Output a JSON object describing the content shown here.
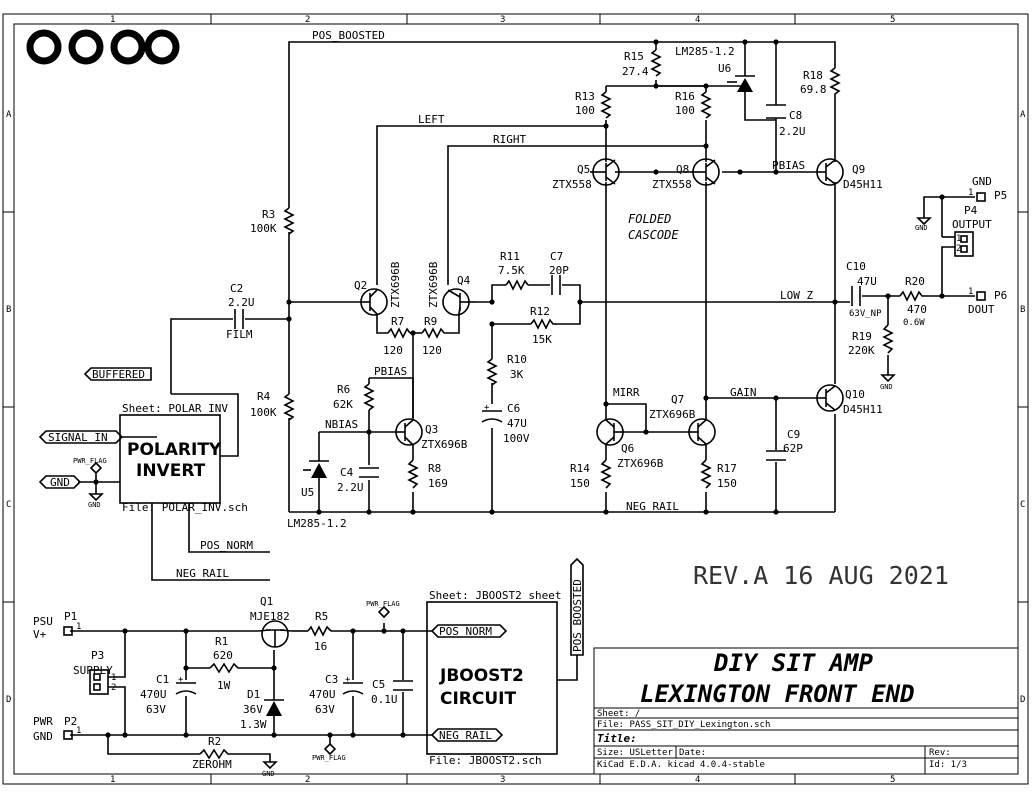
{
  "frame": {
    "col_markers": [
      "1",
      "2",
      "3",
      "4",
      "5"
    ],
    "row_markers": [
      "A",
      "B",
      "C",
      "D"
    ]
  },
  "nets": {
    "pos_boosted": "POS_BOOSTED",
    "left": "LEFT",
    "right": "RIGHT",
    "pbias": "PBIAS",
    "nbias": "NBIAS",
    "low_z": "LOW Z",
    "mirr": "MIRR",
    "gain": "GAIN",
    "neg_rail": "NEG RAIL",
    "buffered": "BUFFERED",
    "signal_in": "SIGNAL_IN",
    "gnd": "GND",
    "pos_norm": "POS_NORM",
    "neg_rail_u": "NEG_RAIL",
    "pwr_flag": "PWR_FLAG"
  },
  "components": {
    "r15": {
      "ref": "R15",
      "val": "27.4"
    },
    "u6": {
      "ref": "U6",
      "val": "LM285-1.2"
    },
    "r18": {
      "ref": "R18",
      "val": "69.8"
    },
    "r13": {
      "ref": "R13",
      "val": "100"
    },
    "r16": {
      "ref": "R16",
      "val": "100"
    },
    "c8": {
      "ref": "C8",
      "val": "2.2U"
    },
    "q5": {
      "ref": "Q5",
      "val": "ZTX558"
    },
    "q8": {
      "ref": "Q8",
      "val": "ZTX558"
    },
    "q9": {
      "ref": "Q9",
      "val": "D45H11"
    },
    "r3": {
      "ref": "R3",
      "val": "100K"
    },
    "r4": {
      "ref": "R4",
      "val": "100K"
    },
    "c2": {
      "ref": "C2",
      "val": "2.2U",
      "extra": "FILM"
    },
    "q2": {
      "ref": "Q2",
      "val": "ZTX696B"
    },
    "q4": {
      "ref": "Q4",
      "val": "ZTX696B"
    },
    "r7": {
      "ref": "R7",
      "val": "120"
    },
    "r9": {
      "ref": "R9",
      "val": "120"
    },
    "r11": {
      "ref": "R11",
      "val": "7.5K"
    },
    "c7": {
      "ref": "C7",
      "val": "20P"
    },
    "r12": {
      "ref": "R12",
      "val": "15K"
    },
    "r10": {
      "ref": "R10",
      "val": "3K"
    },
    "c6": {
      "ref": "C6",
      "val": "47U",
      "extra": "100V"
    },
    "c10": {
      "ref": "C10",
      "val": "47U",
      "extra": "63V_NP"
    },
    "r20": {
      "ref": "R20",
      "val": "470",
      "extra": "0.6W"
    },
    "r19": {
      "ref": "R19",
      "val": "220K"
    },
    "r6": {
      "ref": "R6",
      "val": "62K"
    },
    "q3": {
      "ref": "Q3",
      "val": "ZTX696B"
    },
    "r8": {
      "ref": "R8",
      "val": "169"
    },
    "c4": {
      "ref": "C4",
      "val": "2.2U"
    },
    "u5": {
      "ref": "U5",
      "val": "LM285-1.2"
    },
    "q6": {
      "ref": "Q6",
      "val": "ZTX696B"
    },
    "q7": {
      "ref": "Q7",
      "val": "ZTX696B"
    },
    "r14": {
      "ref": "R14",
      "val": "150"
    },
    "r17": {
      "ref": "R17",
      "val": "150"
    },
    "c9": {
      "ref": "C9",
      "val": "62P"
    },
    "q10": {
      "ref": "Q10",
      "val": "D45H11"
    },
    "p4": {
      "ref": "P4",
      "val": "OUTPUT"
    },
    "p5": {
      "ref": "P5",
      "val": "GND"
    },
    "p6": {
      "ref": "P6",
      "val": "DOUT"
    },
    "p1": {
      "ref": "P1",
      "val": "PSU",
      "extra": "V+"
    },
    "p2": {
      "ref": "P2",
      "val": "PWR",
      "extra": "GND"
    },
    "p3": {
      "ref": "P3",
      "val": "SUPPLY"
    },
    "q1": {
      "ref": "Q1",
      "val": "MJE182"
    },
    "r5": {
      "ref": "R5",
      "val": "16"
    },
    "r1": {
      "ref": "R1",
      "val": "620",
      "extra": "1W"
    },
    "c1": {
      "ref": "C1",
      "val": "470U",
      "extra": "63V"
    },
    "d1": {
      "ref": "D1",
      "val": "36V",
      "extra": "1.3W"
    },
    "c3": {
      "ref": "C3",
      "val": "470U",
      "extra": "63V"
    },
    "c5": {
      "ref": "C5",
      "val": "0.1U"
    },
    "r2": {
      "ref": "R2",
      "val": "ZEROHM"
    }
  },
  "annotations": {
    "folded": "FOLDED",
    "cascode": "CASCODE",
    "revision": "REV.A  16 AUG 2021"
  },
  "sheets": {
    "polar": {
      "name": "Sheet: POLAR INV",
      "file": "File: POLAR_INV.sch",
      "line1": "POLARITY",
      "line2": "INVERT"
    },
    "jboost": {
      "name": "Sheet: JBOOST2 sheet",
      "file": "File: JBOOST2.sch",
      "line1": "JBOOST2",
      "line2": "CIRCUIT"
    }
  },
  "title_block": {
    "title1": "DIY SIT AMP",
    "title2": "LEXINGTON  FRONT END",
    "sheet": "Sheet: /",
    "file": "File: PASS_SIT_DIY_Lexington.sch",
    "title_label": "Title:",
    "size": "Size: USLetter",
    "date": "Date:",
    "rev": "Rev:",
    "kicad": "KiCad E.D.A.  kicad 4.0.4-stable",
    "id": "Id: 1/3"
  },
  "pins": {
    "p1": "1",
    "p2": "1",
    "p3_1": "1",
    "p3_2": "2",
    "p4_1": "1",
    "p4_2": "2",
    "p5": "1",
    "p6": "1"
  }
}
